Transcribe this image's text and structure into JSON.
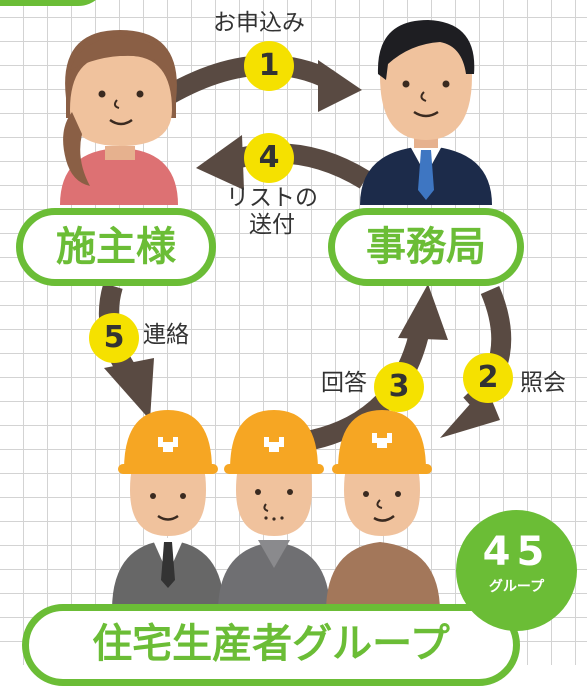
{
  "nodes": {
    "owner": "施主様",
    "office": "事務局",
    "builders": "住宅生産者グループ"
  },
  "steps": [
    {
      "num": "1",
      "label": "お申込み"
    },
    {
      "num": "2",
      "label": "照会"
    },
    {
      "num": "3",
      "label": "回答"
    },
    {
      "num": "4",
      "label": "リストの\n送付"
    },
    {
      "num": "5",
      "label": "連絡"
    }
  ],
  "group_count": {
    "value": "45",
    "unit": "グループ"
  },
  "colors": {
    "accent_green": "#6bbd36",
    "badge_yellow": "#f5e100",
    "arrow_brown": "#594a42",
    "helmet_orange": "#f6a623"
  }
}
